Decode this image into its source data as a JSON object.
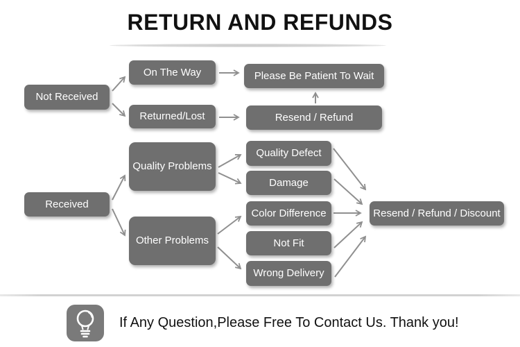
{
  "title": "RETURN AND REFUNDS",
  "diagram": {
    "nodes": {
      "not_received": {
        "label": "Not Received"
      },
      "on_the_way": {
        "label": "On The Way"
      },
      "returned_lost": {
        "label": "Returned/Lost"
      },
      "please_wait": {
        "label": "Please Be Patient To Wait"
      },
      "resend_refund": {
        "label": "Resend / Refund"
      },
      "received": {
        "label": "Received"
      },
      "quality_problems": {
        "label": "Quality Problems"
      },
      "other_problems": {
        "label": "Other Problems"
      },
      "quality_defect": {
        "label": "Quality Defect"
      },
      "damage": {
        "label": "Damage"
      },
      "color_difference": {
        "label": "Color Difference"
      },
      "not_fit": {
        "label": "Not Fit"
      },
      "wrong_delivery": {
        "label": "Wrong Delivery"
      },
      "resend_refund_discount": {
        "label": "Resend / Refund / Discount"
      }
    },
    "edges": [
      {
        "from": "not_received",
        "to": "on_the_way"
      },
      {
        "from": "not_received",
        "to": "returned_lost"
      },
      {
        "from": "on_the_way",
        "to": "please_wait"
      },
      {
        "from": "returned_lost",
        "to": "resend_refund"
      },
      {
        "from": "resend_refund",
        "to": "please_wait"
      },
      {
        "from": "received",
        "to": "quality_problems"
      },
      {
        "from": "received",
        "to": "other_problems"
      },
      {
        "from": "quality_problems",
        "to": "quality_defect"
      },
      {
        "from": "quality_problems",
        "to": "damage"
      },
      {
        "from": "other_problems",
        "to": "color_difference"
      },
      {
        "from": "other_problems",
        "to": "wrong_delivery"
      },
      {
        "from": "quality_defect",
        "to": "resend_refund_discount"
      },
      {
        "from": "damage",
        "to": "resend_refund_discount"
      },
      {
        "from": "color_difference",
        "to": "resend_refund_discount"
      },
      {
        "from": "not_fit",
        "to": "resend_refund_discount"
      },
      {
        "from": "wrong_delivery",
        "to": "resend_refund_discount"
      }
    ]
  },
  "footer": {
    "icon": "lightbulb-icon",
    "text": "If Any Question,Please Free To Contact Us. Thank you!"
  },
  "colors": {
    "box": "#6f6f6f",
    "box_text": "#ffffff",
    "arrow": "#8f8f8f",
    "title_text": "#111111",
    "divider": "#d2d2d2"
  }
}
